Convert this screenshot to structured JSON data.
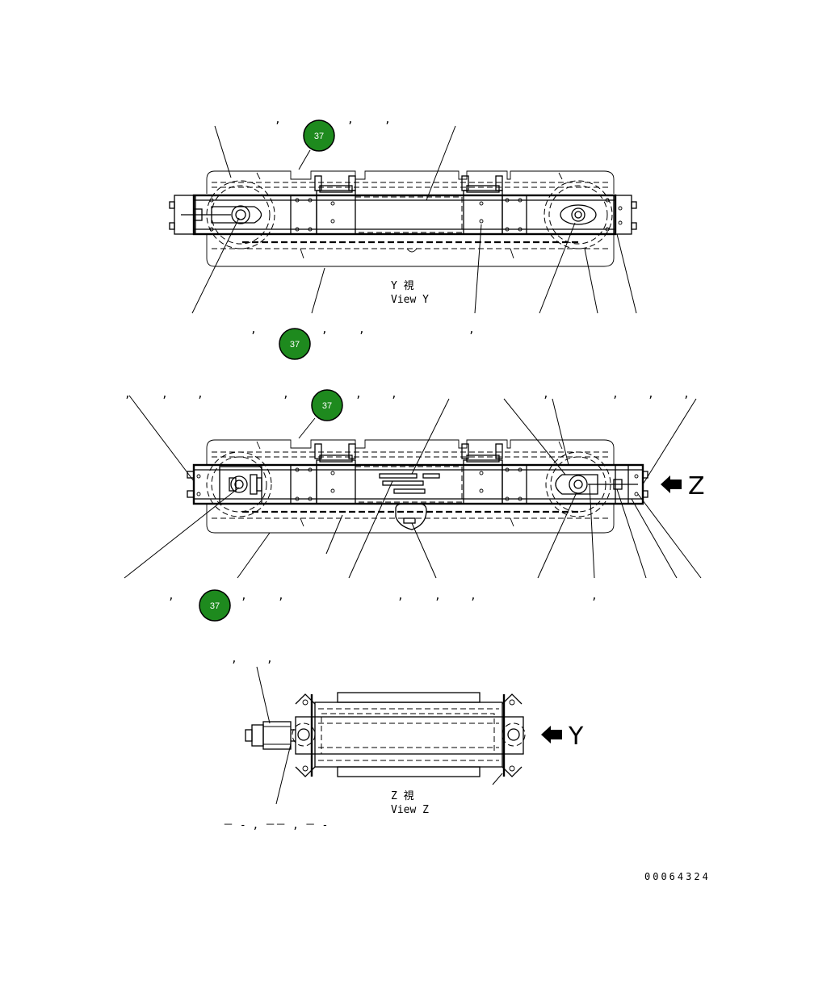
{
  "bubble_label": "37",
  "bubble_color": "#1e8a1e",
  "views": {
    "y": {
      "caption_jp": "Y 視",
      "caption_en": "View Y"
    },
    "z": {
      "caption_jp": "Z 視",
      "caption_en": "View Z"
    }
  },
  "arrows": {
    "z_label": "Z",
    "y_label": "Y"
  },
  "dash_note": "－ - , －－ , － -",
  "part_id": "00064324",
  "icons": [
    "arrow-left-icon",
    "callout-bubble-icon"
  ]
}
